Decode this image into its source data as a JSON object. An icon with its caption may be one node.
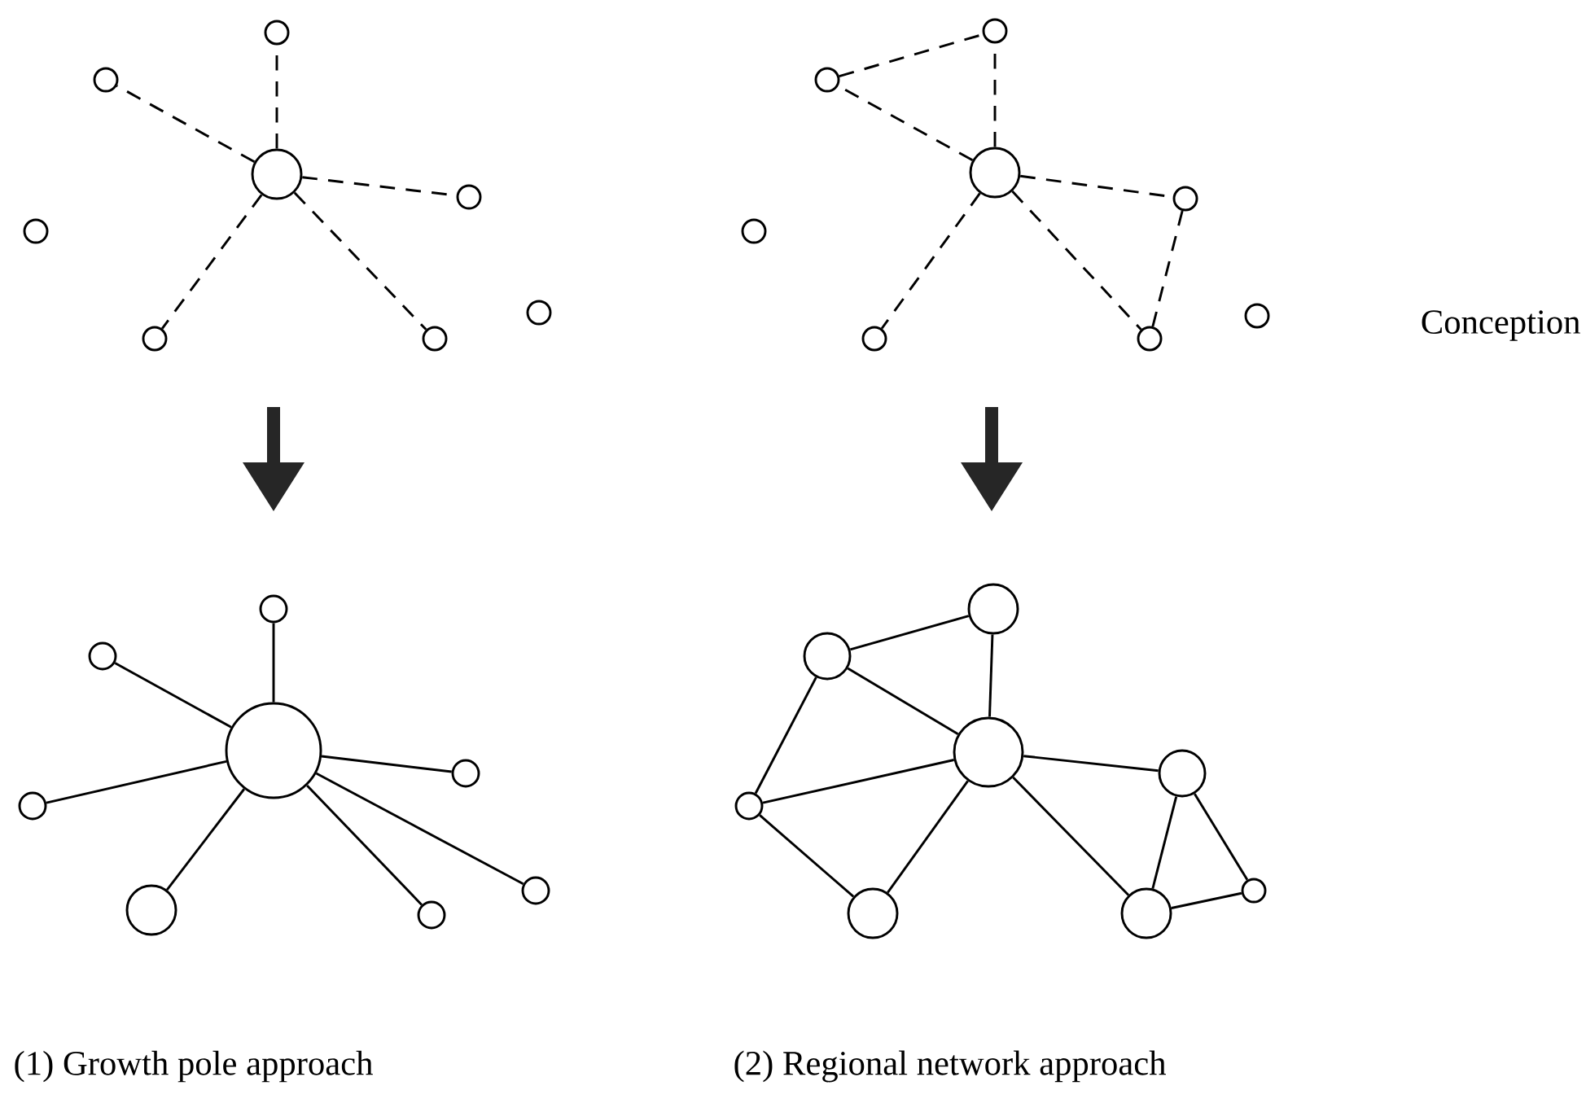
{
  "diagram": {
    "nodes": [
      {
        "text": [],
        "shape": "circle"
      },
      {
        "text": [],
        "shape": "circle"
      },
      {
        "text": [],
        "shape": "circle"
      },
      {
        "text": [],
        "shape": "circle"
      },
      {
        "text": [],
        "shape": "circle"
      },
      {
        "text": [],
        "shape": "circle"
      },
      {
        "text": [],
        "shape": "circle"
      },
      {
        "text": [],
        "shape": "circle"
      },
      {
        "text": [],
        "shape": "circle"
      },
      {
        "text": [],
        "shape": "circle"
      },
      {
        "text": [],
        "shape": "circle"
      },
      {
        "text": [],
        "shape": "circle"
      },
      {
        "text": [],
        "shape": "circle"
      },
      {
        "text": [],
        "shape": "circle"
      },
      {
        "text": [],
        "shape": "circle"
      },
      {
        "text": [],
        "shape": "circle"
      },
      {
        "text": [],
        "shape": "circle"
      },
      {
        "text": [],
        "shape": "circle"
      },
      {
        "text": [],
        "shape": "circle"
      },
      {
        "text": [],
        "shape": "circle"
      },
      {
        "text": [],
        "shape": "circle"
      },
      {
        "text": [],
        "shape": "circle"
      },
      {
        "text": [],
        "shape": "circle"
      },
      {
        "text": [],
        "shape": "circle"
      },
      {
        "text": [],
        "shape": "circle"
      },
      {
        "text": [],
        "shape": "circle"
      },
      {
        "text": [],
        "shape": "circle"
      },
      {
        "text": [],
        "shape": "circle"
      },
      {
        "text": [],
        "shape": "circle"
      },
      {
        "text": [],
        "shape": "circle"
      },
      {
        "text": [],
        "shape": "circle"
      },
      {
        "text": [],
        "shape": "circle"
      }
    ],
    "edges": [
      {
        "from": 2,
        "to": 0,
        "arrow": "none",
        "style": "dashed"
      },
      {
        "from": 2,
        "to": 1,
        "arrow": "none",
        "style": "dashed"
      },
      {
        "from": 2,
        "to": 3,
        "arrow": "none",
        "style": "dashed"
      },
      {
        "from": 2,
        "to": 6,
        "arrow": "none",
        "style": "dashed"
      },
      {
        "from": 2,
        "to": 7,
        "arrow": "none",
        "style": "dashed"
      },
      {
        "from": 9,
        "to": 8,
        "arrow": "none",
        "style": "dashed"
      },
      {
        "from": 10,
        "to": 8,
        "arrow": "none",
        "style": "dashed"
      },
      {
        "from": 10,
        "to": 9,
        "arrow": "none",
        "style": "dashed"
      },
      {
        "from": 10,
        "to": 11,
        "arrow": "none",
        "style": "dashed"
      },
      {
        "from": 10,
        "to": 14,
        "arrow": "none",
        "style": "dashed"
      },
      {
        "from": 10,
        "to": 15,
        "arrow": "none",
        "style": "dashed"
      },
      {
        "from": 11,
        "to": 15,
        "arrow": "none",
        "style": "dashed"
      },
      {
        "from": 18,
        "to": 16,
        "arrow": "none"
      },
      {
        "from": 18,
        "to": 17,
        "arrow": "none"
      },
      {
        "from": 18,
        "to": 19,
        "arrow": "none"
      },
      {
        "from": 18,
        "to": 20,
        "arrow": "none"
      },
      {
        "from": 18,
        "to": 21,
        "arrow": "none"
      },
      {
        "from": 18,
        "to": 22,
        "arrow": "none"
      },
      {
        "from": 18,
        "to": 23,
        "arrow": "none"
      },
      {
        "from": 25,
        "to": 24,
        "arrow": "none"
      },
      {
        "from": 26,
        "to": 24,
        "arrow": "none"
      },
      {
        "from": 25,
        "to": 26,
        "arrow": "none"
      },
      {
        "from": 25,
        "to": 28,
        "arrow": "none"
      },
      {
        "from": 28,
        "to": 26,
        "arrow": "none"
      },
      {
        "from": 28,
        "to": 30,
        "arrow": "none"
      },
      {
        "from": 30,
        "to": 26,
        "arrow": "none"
      },
      {
        "from": 26,
        "to": 27,
        "arrow": "none"
      },
      {
        "from": 26,
        "to": 31,
        "arrow": "none"
      },
      {
        "from": 27,
        "to": 31,
        "arrow": "none"
      },
      {
        "from": 27,
        "to": 29,
        "arrow": "none"
      },
      {
        "from": 31,
        "to": 29,
        "arrow": "none"
      }
    ],
    "labels": [
      "Conception",
      "(1) Growth pole approach",
      "(2) Regional network approach"
    ]
  }
}
